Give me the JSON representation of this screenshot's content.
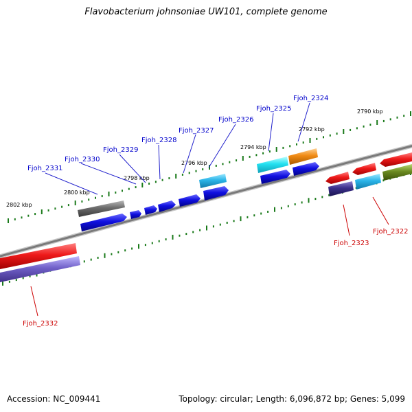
{
  "title": "Flavobacterium johnsoniae UW101, complete genome",
  "accession": "Accession: NC_009441",
  "stats": "Topology: circular; Length: 6,096,872 bp; Genes: 5,099",
  "kbp_labels": [
    "2802 kbp",
    "2800 kbp",
    "2798 kbp",
    "2796 kbp",
    "2794 kbp",
    "2792 kbp",
    "2790 kbp"
  ],
  "genes": [
    {
      "id": "Fjoh_2331",
      "color": "#0000cc"
    },
    {
      "id": "Fjoh_2330",
      "color": "#0000cc"
    },
    {
      "id": "Fjoh_2329",
      "color": "#0000cc"
    },
    {
      "id": "Fjoh_2328",
      "color": "#0000cc"
    },
    {
      "id": "Fjoh_2327",
      "color": "#0000cc"
    },
    {
      "id": "Fjoh_2326",
      "color": "#0000cc"
    },
    {
      "id": "Fjoh_2325",
      "color": "#0000cc"
    },
    {
      "id": "Fjoh_2324",
      "color": "#0000cc"
    },
    {
      "id": "Fjoh_2323",
      "color": "#cc0000"
    },
    {
      "id": "Fjoh_2322",
      "color": "#cc0000"
    },
    {
      "id": "Fjoh_2332",
      "color": "#cc0000"
    }
  ],
  "colors": {
    "backbone": "#777777",
    "tick": "#1a7a1a",
    "red": "#e8141a",
    "blue": "#1010e0",
    "cyan": "#2ab4e8",
    "gray": "#6b6b6b",
    "orange": "#f08a14",
    "navy": "#3a2f8a",
    "lavender": "#7060c8",
    "olive": "#6a8a20"
  }
}
